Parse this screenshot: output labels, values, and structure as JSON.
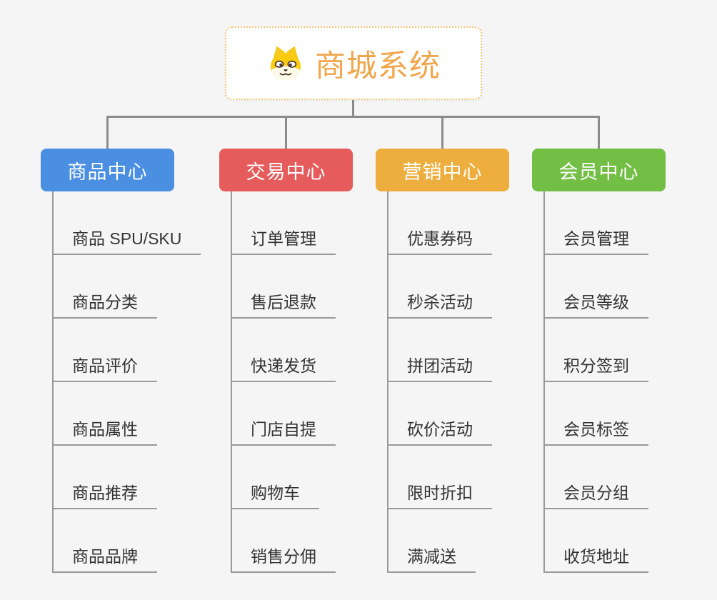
{
  "root": {
    "title": "商城系统",
    "icon": "dog-icon"
  },
  "branches": [
    {
      "label": "商品中心",
      "color": "#4B8FE2",
      "items": [
        "商品 SPU/SKU",
        "商品分类",
        "商品评价",
        "商品属性",
        "商品推荐",
        "商品品牌"
      ]
    },
    {
      "label": "交易中心",
      "color": "#E65C5C",
      "items": [
        "订单管理",
        "售后退款",
        "快递发货",
        "门店自提",
        "购物车",
        "销售分佣"
      ]
    },
    {
      "label": "营销中心",
      "color": "#EDAE3E",
      "items": [
        "优惠券码",
        "秒杀活动",
        "拼团活动",
        "砍价活动",
        "限时折扣",
        "满减送"
      ]
    },
    {
      "label": "会员中心",
      "color": "#73BF45",
      "items": [
        "会员管理",
        "会员等级",
        "积分签到",
        "会员标签",
        "会员分组",
        "收货地址"
      ]
    }
  ],
  "colors": {
    "root_text": "#F0A64B",
    "root_border": "#F6C46D",
    "connector": "#8B8B8B",
    "leaf_line": "#9A9A9A",
    "leaf_text": "#333333",
    "background": "#F5F5F5"
  }
}
